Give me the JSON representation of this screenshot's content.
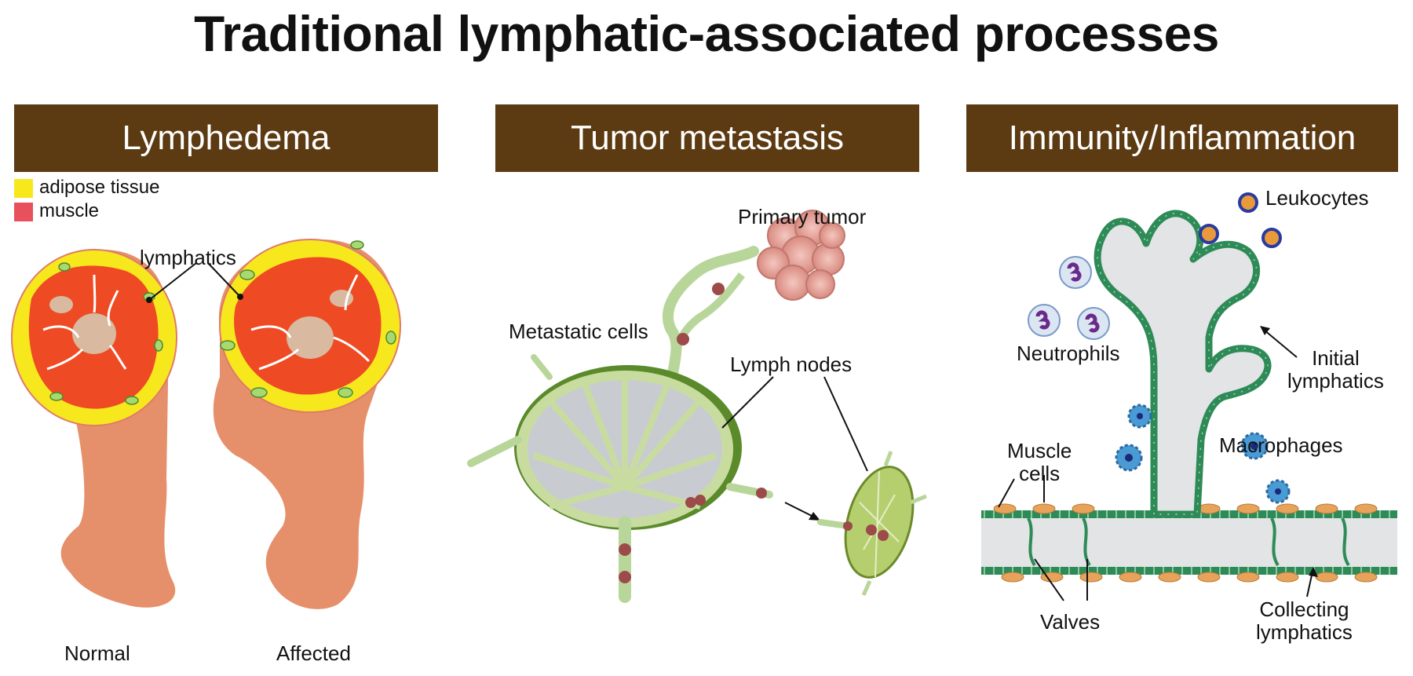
{
  "title": "Traditional lymphatic-associated processes",
  "panels": {
    "lymphedema": {
      "header": "Lymphedema",
      "legend": [
        {
          "label": "adipose tissue",
          "color": "#f7e81e"
        },
        {
          "label": "muscle",
          "color": "#e8505b"
        }
      ],
      "lymphatics_label": "lymphatics",
      "normal_label": "Normal",
      "affected_label": "Affected"
    },
    "metastasis": {
      "header": "Tumor metastasis",
      "primary_tumor_label": "Primary tumor",
      "metastatic_cells_label": "Metastatic cells",
      "lymph_nodes_label": "Lymph nodes"
    },
    "immunity": {
      "header": "Immunity/Inflammation",
      "leukocytes_label": "Leukocytes",
      "neutrophils_label": "Neutrophils",
      "initial_lymphatics_label": "Initial\nlymphatics",
      "macrophages_label": "Macrophages",
      "muscle_cells_label": "Muscle\ncells",
      "valves_label": "Valves",
      "collecting_lymphatics_label": "Collecting\nlymphatics"
    }
  },
  "colors": {
    "banner": "#5c3a12",
    "skin": "#e5906a",
    "adipose": "#f7e81e",
    "muscle": "#e8505b",
    "lymph_green": "#2e8b57",
    "node_green": "#c9dca0"
  }
}
